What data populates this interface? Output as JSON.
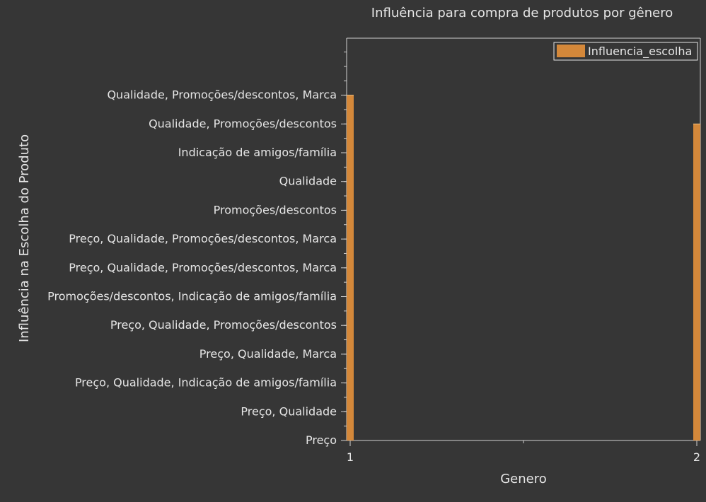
{
  "chart_data": {
    "type": "bar",
    "title": "Influência para compra de produtos por gênero",
    "xlabel": "Genero",
    "ylabel": "Influência na Escolha do Produto",
    "x_ticks": [
      "1",
      "2"
    ],
    "y_categories": [
      "Preço",
      "Preço, Qualidade",
      "Preço, Qualidade, Indicação de amigos/família",
      "Preço, Qualidade, Marca",
      "Preço, Qualidade, Promoções/descontos",
      "Promoções/descontos, Indicação de amigos/família",
      "Preço, Qualidade, Promoções/descontos, Marca",
      "Preço, Qualidade, Promoções/descontos, Marca",
      "Promoções/descontos",
      "Qualidade",
      "Indicação de amigos/família",
      "Qualidade, Promoções/descontos",
      "Qualidade, Promoções/descontos, Marca"
    ],
    "series": [
      {
        "name": "Influencia_escolha",
        "color": "#d4883a",
        "points": [
          {
            "x": 1,
            "y": "Qualidade, Promoções/descontos, Marca"
          },
          {
            "x": 2,
            "y": "Qualidade, Promoções/descontos"
          }
        ]
      }
    ],
    "legend_position": "top-right",
    "grid": false
  },
  "colors": {
    "background": "#363636",
    "text": "#e6e6e6",
    "axis": "#d0d0d0",
    "bar": "#d4883a"
  }
}
